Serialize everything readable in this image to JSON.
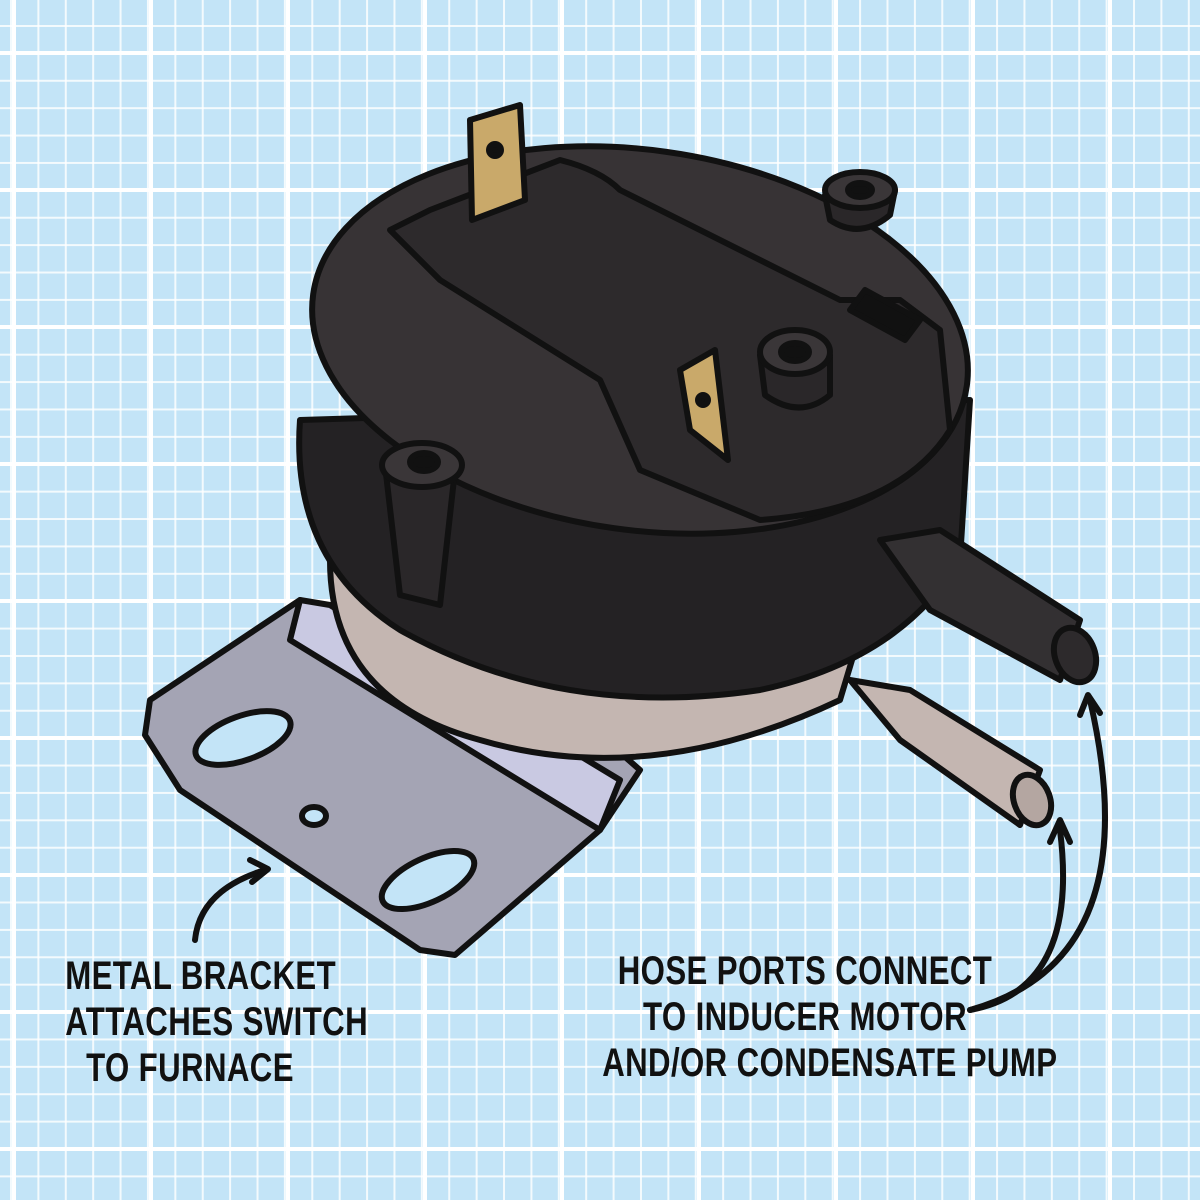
{
  "labels": {
    "bracket": [
      "METAL BRACKET",
      "ATTACHES SWITCH",
      "TO FURNACE"
    ],
    "ports": [
      "HOSE PORTS CONNECT",
      "TO INDUCER MOTOR",
      "AND/OR CONDENSATE PUMP"
    ]
  },
  "colors": {
    "background": "#c3e4f7",
    "grid": "#ffffff",
    "body": "#2d2a2c",
    "bracket": "#a9a9b8",
    "terminal": "#c9a96a",
    "base": "#c7b9b3"
  }
}
